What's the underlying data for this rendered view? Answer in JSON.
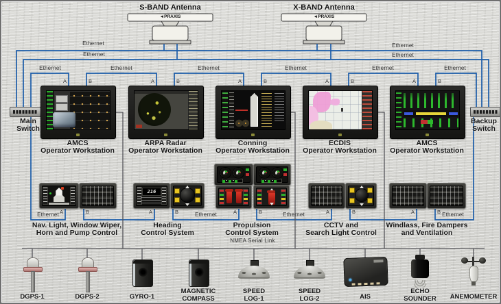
{
  "antennas": [
    {
      "label": "S-BAND Antenna",
      "logo": "◄PRAXIS"
    },
    {
      "label": "X-BAND Antenna",
      "logo": "◄PRAXIS"
    }
  ],
  "net": {
    "ethernet": "Ethernet",
    "nmea": "NMEA Serial Link",
    "port_a": "A",
    "port_b": "B"
  },
  "switches": {
    "main": {
      "line1": "Main",
      "line2": "Switch"
    },
    "backup": {
      "line1": "Backup",
      "line2": "Switch"
    }
  },
  "workstations": [
    {
      "line1": "AMCS",
      "line2": "Operator Workstation"
    },
    {
      "line1": "ARPA Radar",
      "line2": "Operator Workstation"
    },
    {
      "line1": "Conning",
      "line2": "Operator Workstation"
    },
    {
      "line1": "ECDIS",
      "line2": "Operator Workstation"
    },
    {
      "line1": "AMCS",
      "line2": "Operator Workstation"
    }
  ],
  "panels": [
    {
      "line1": "Nav. Light, Window Wiper,",
      "line2": "Horn and Pump Control"
    },
    {
      "line1": "Heading",
      "line2": "Control System",
      "display": "216"
    },
    {
      "line1": "Propulsion",
      "line2": "Control System"
    },
    {
      "line1": "CCTV and",
      "line2": "Search Light Control"
    },
    {
      "line1": "Windlass, Fire Dampers",
      "line2": "and Ventilation"
    }
  ],
  "sensors": [
    {
      "line1": "DGPS-1",
      "line2": ""
    },
    {
      "line1": "DGPS-2",
      "line2": ""
    },
    {
      "line1": "GYRO-1",
      "line2": ""
    },
    {
      "line1": "MAGNETIC",
      "line2": "COMPASS"
    },
    {
      "line1": "SPEED",
      "line2": "LOG-1"
    },
    {
      "line1": "SPEED",
      "line2": "LOG-2"
    },
    {
      "line1": "AIS",
      "line2": ""
    },
    {
      "line1": "ECHO",
      "line2": "SOUNDER"
    },
    {
      "line1": "ANEMOMETER",
      "line2": ""
    }
  ],
  "colors": {
    "ethernet_line": "#1b5ca9",
    "serial_line": "#55555a"
  }
}
